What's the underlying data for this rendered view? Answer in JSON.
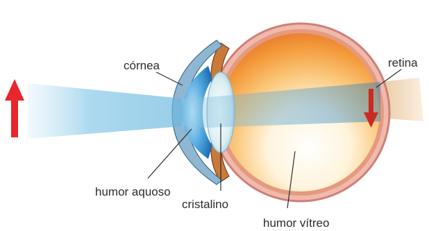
{
  "labels": {
    "cornea": "córnea",
    "retina": "retina",
    "aqueous_humor": "humor aquoso",
    "lens": "cristalino",
    "vitreous_humor": "humor vítreo"
  },
  "colors": {
    "object_arrow": "#e8262b",
    "light_beam": "#7cc3e6",
    "sclera": "#d88a86",
    "vitreous": "#f6a13b",
    "cornea": "#2f8fd0",
    "lens": "#dff1f4"
  }
}
